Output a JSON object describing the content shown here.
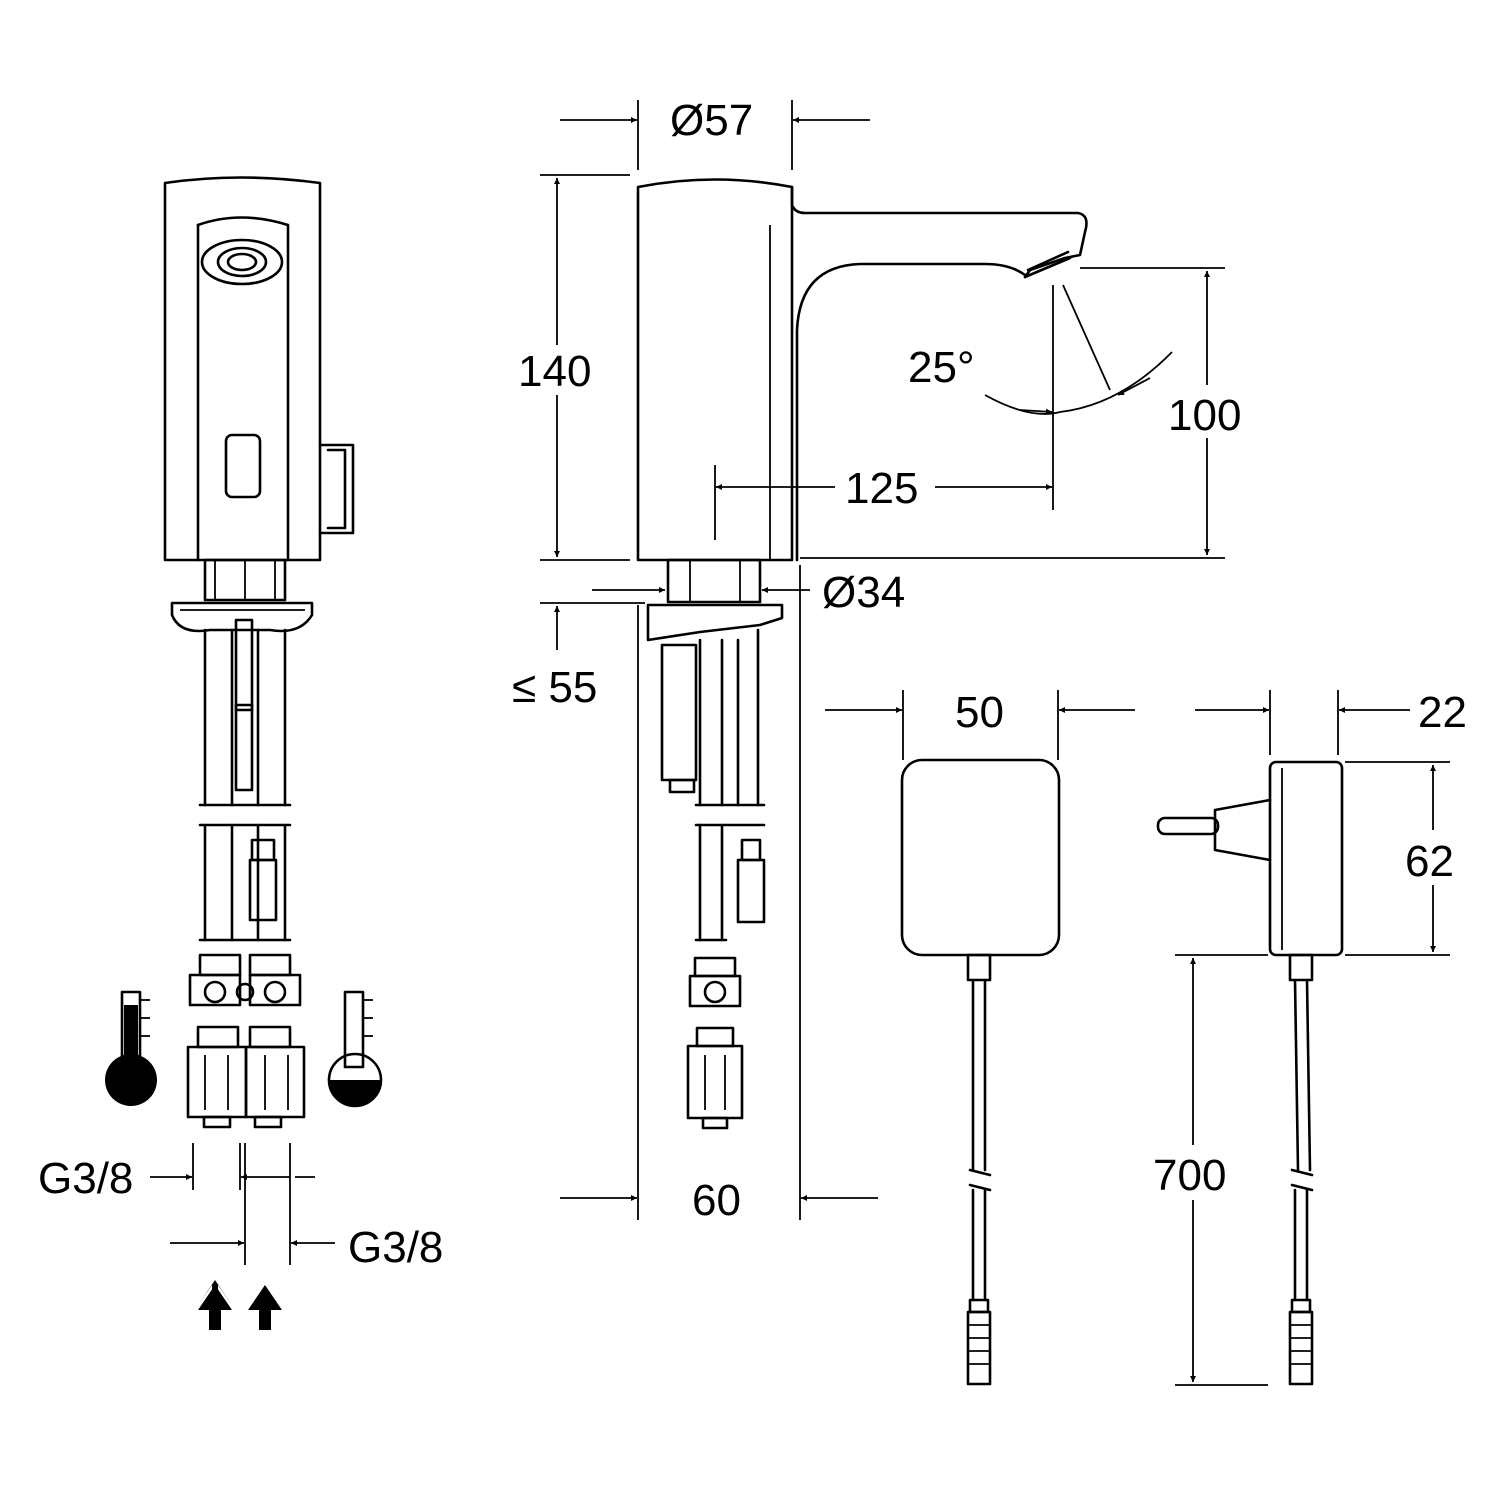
{
  "dimensions": {
    "top_diameter": "Ø57",
    "base_diameter": "Ø34",
    "height": "140",
    "outlet_height": "100",
    "spout_reach": "125",
    "angle": "25°",
    "deck_thickness": "≤ 55",
    "cable_gap": "60",
    "psu_width": "50",
    "plug_depth": "22",
    "plug_height": "62",
    "cable_length": "700",
    "thread_left": "G3/8",
    "thread_right": "G3/8"
  },
  "icons": [
    "hot-water-thermometer-icon",
    "cold-water-thermometer-icon",
    "water-supply-arrow-icon"
  ]
}
